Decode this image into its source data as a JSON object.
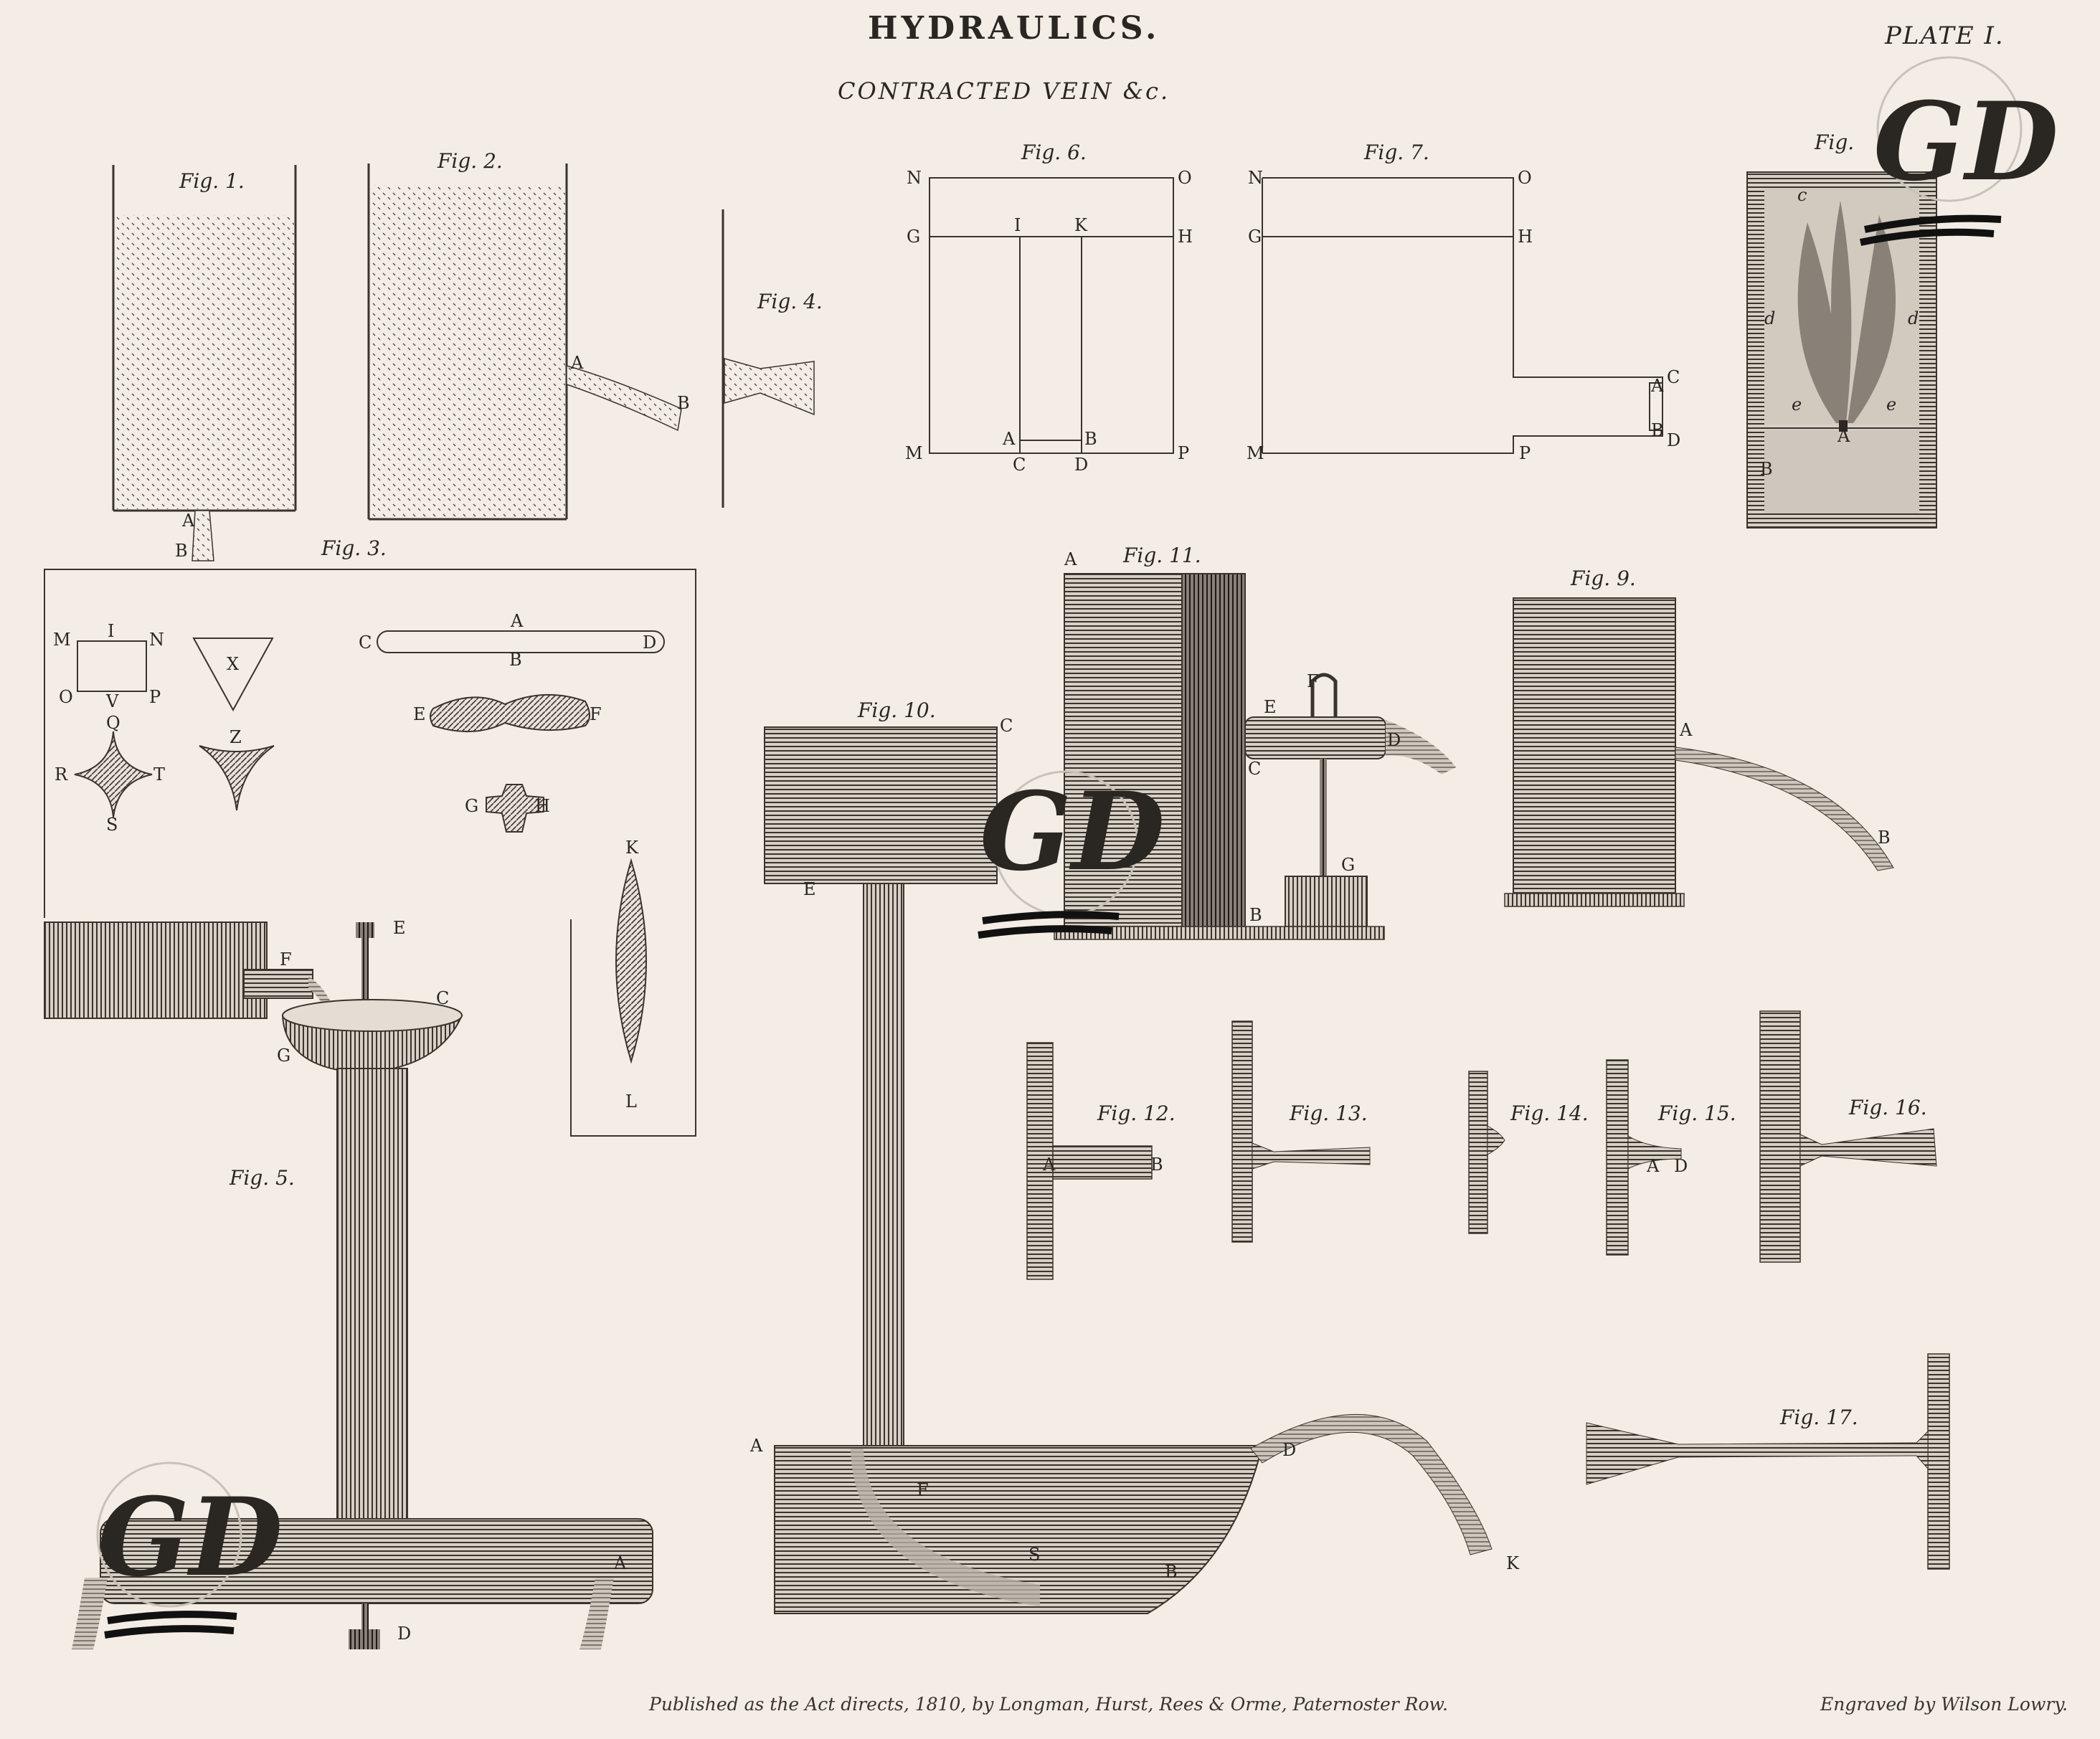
{
  "header": {
    "title": "HYDRAULICS.",
    "subtitle": "CONTRACTED VEIN &c.",
    "plate": "PLATE I."
  },
  "footer": {
    "imprint": "Published as the Act directs, 1810, by Longman, Hurst, Rees & Orme, Paternoster Row.",
    "engraver": "Engraved by Wilson Lowry."
  },
  "figures": {
    "fig1": "Fig. 1.",
    "fig2": "Fig. 2.",
    "fig3": "Fig. 3.",
    "fig4": "Fig. 4.",
    "fig5": "Fig. 5.",
    "fig6": "Fig. 6.",
    "fig7": "Fig. 7.",
    "fig8": "Fig.",
    "fig9": "Fig. 9.",
    "fig10": "Fig. 10.",
    "fig11": "Fig. 11.",
    "fig12": "Fig. 12.",
    "fig13": "Fig. 13.",
    "fig14": "Fig. 14.",
    "fig15": "Fig. 15.",
    "fig16": "Fig. 16.",
    "fig17": "Fig. 17."
  },
  "letters": {
    "A": "A",
    "B": "B",
    "C": "C",
    "D": "D",
    "E": "E",
    "F": "F",
    "G": "G",
    "H": "H",
    "I": "I",
    "K": "K",
    "L": "L",
    "M": "M",
    "N": "N",
    "O": "O",
    "P": "P",
    "Q": "Q",
    "R": "R",
    "S": "S",
    "T": "T",
    "V": "V",
    "X": "X",
    "Z": "Z",
    "c": "c",
    "d": "d",
    "e": "e"
  },
  "watermark": {
    "text": "GD",
    "color": "#111111"
  },
  "colors": {
    "ink": "#3a342e",
    "paper": "#f3ede6"
  }
}
